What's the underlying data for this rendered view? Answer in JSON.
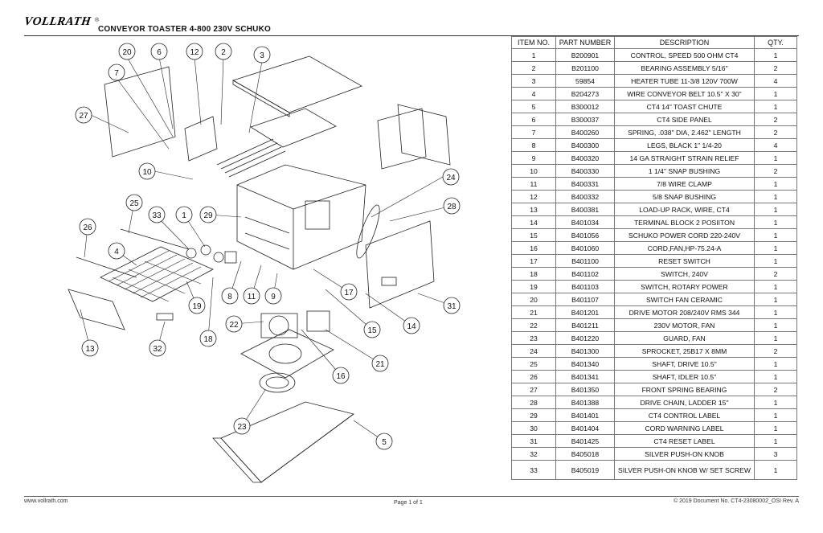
{
  "header": {
    "logo": "VOLLRATH",
    "logo_mark": "®",
    "title": "CONVEYOR TOASTER 4-800 230V SCHUKO"
  },
  "table": {
    "headers": [
      "ITEM NO.",
      "PART NUMBER",
      "DESCRIPTION",
      "QTY."
    ],
    "rows": [
      [
        "1",
        "B200901",
        "CONTROL, SPEED 500 OHM CT4",
        "1"
      ],
      [
        "2",
        "B201100",
        "BEARING ASSEMBLY 5/16\"",
        "2"
      ],
      [
        "3",
        "59854",
        "HEATER TUBE 11-3/8 120V 700W",
        "4"
      ],
      [
        "4",
        "B204273",
        "WIRE CONVEYOR BELT 10.5\" X 30\"",
        "1"
      ],
      [
        "5",
        "B300012",
        "CT4 14\" TOAST CHUTE",
        "1"
      ],
      [
        "6",
        "B300037",
        "CT4 SIDE PANEL",
        "2"
      ],
      [
        "7",
        "B400260",
        "SPRING, .038\" DIA, 2.462\" LENGTH",
        "2"
      ],
      [
        "8",
        "B400300",
        "LEGS, BLACK 1\" 1/4-20",
        "4"
      ],
      [
        "9",
        "B400320",
        "14 GA STRAIGHT STRAIN RELIEF",
        "1"
      ],
      [
        "10",
        "B400330",
        "1 1/4\" SNAP BUSHING",
        "2"
      ],
      [
        "11",
        "B400331",
        "7/8 WIRE CLAMP",
        "1"
      ],
      [
        "12",
        "B400332",
        "5/8 SNAP BUSHING",
        "1"
      ],
      [
        "13",
        "B400381",
        "LOAD-UP RACK, WIRE, CT4",
        "1"
      ],
      [
        "14",
        "B401034",
        "TERMINAL BLOCK 2 POSIITON",
        "1"
      ],
      [
        "15",
        "B401056",
        "SCHUKO POWER CORD 220-240V",
        "1"
      ],
      [
        "16",
        "B401060",
        "CORD,FAN,HP-75.24-A",
        "1"
      ],
      [
        "17",
        "B401100",
        "RESET SWITCH",
        "1"
      ],
      [
        "18",
        "B401102",
        "SWITCH, 240V",
        "2"
      ],
      [
        "19",
        "B401103",
        "SWITCH, ROTARY POWER",
        "1"
      ],
      [
        "20",
        "B401107",
        "SWITCH FAN CERAMIC",
        "1"
      ],
      [
        "21",
        "B401201",
        "DRIVE MOTOR 208/240V RMS 344",
        "1"
      ],
      [
        "22",
        "B401211",
        "230V MOTOR, FAN",
        "1"
      ],
      [
        "23",
        "B401220",
        "GUARD, FAN",
        "1"
      ],
      [
        "24",
        "B401300",
        "SPROCKET, 25B17 X 8MM",
        "2"
      ],
      [
        "25",
        "B401340",
        "SHAFT, DRIVE 10.5\"",
        "1"
      ],
      [
        "26",
        "B401341",
        "SHAFT, IDLER 10.5\"",
        "1"
      ],
      [
        "27",
        "B401350",
        "FRONT SPRING BEARING",
        "2"
      ],
      [
        "28",
        "B401388",
        "DRIVE CHAIN, LADDER 15\"",
        "1"
      ],
      [
        "29",
        "B401401",
        "CT4 CONTROL LABEL",
        "1"
      ],
      [
        "30",
        "B401404",
        "CORD WARNING LABEL",
        "1"
      ],
      [
        "31",
        "B401425",
        "CT4 RESET LABEL",
        "1"
      ],
      [
        "32",
        "B405018",
        "SILVER PUSH-ON KNOB",
        "3"
      ],
      [
        "33",
        "B405019",
        "SILVER PUSH-ON KNOB W/ SET SCREW",
        "1"
      ]
    ]
  },
  "callouts": [
    "20",
    "6",
    "12",
    "2",
    "3",
    "7",
    "27",
    "10",
    "24",
    "25",
    "33",
    "1",
    "29",
    "28",
    "26",
    "4",
    "19",
    "8",
    "11",
    "9",
    "17",
    "31",
    "22",
    "15",
    "14",
    "13",
    "32",
    "18",
    "21",
    "16",
    "23",
    "5"
  ],
  "footer": {
    "website": "www.vollrath.com",
    "page": "Page 1 of 1",
    "doc": "© 2019  Document No.  CT4-23080002_OSI  Rev. A"
  }
}
